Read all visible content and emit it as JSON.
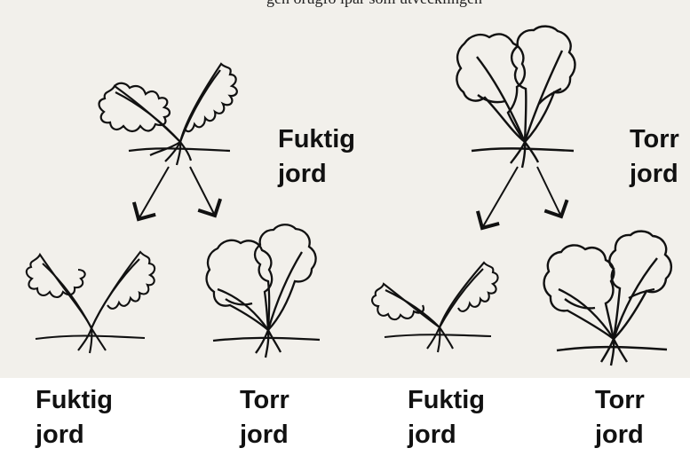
{
  "caption_fragment": "gen orugfo ipar som utvecklingen",
  "colors": {
    "paper": "#f2f0eb",
    "ink": "#111111",
    "background": "#ffffff"
  },
  "labels": {
    "top_left_environment": [
      "Fuktig",
      "jord"
    ],
    "top_right_environment": [
      "Torr",
      "jord"
    ],
    "bottom_1": [
      "Fuktig",
      "jord"
    ],
    "bottom_2": [
      "Torr",
      "jord"
    ],
    "bottom_3": [
      "Fuktig",
      "jord"
    ],
    "bottom_4": [
      "Torr",
      "jord"
    ]
  },
  "plants": [
    {
      "name": "parent-plant-left",
      "leaf_form": "lobed"
    },
    {
      "name": "parent-plant-right",
      "leaf_form": "broad"
    },
    {
      "name": "offspring-1",
      "leaf_form": "lobed"
    },
    {
      "name": "offspring-2",
      "leaf_form": "broad"
    },
    {
      "name": "offspring-3",
      "leaf_form": "lobed"
    },
    {
      "name": "offspring-4",
      "leaf_form": "broad"
    }
  ]
}
